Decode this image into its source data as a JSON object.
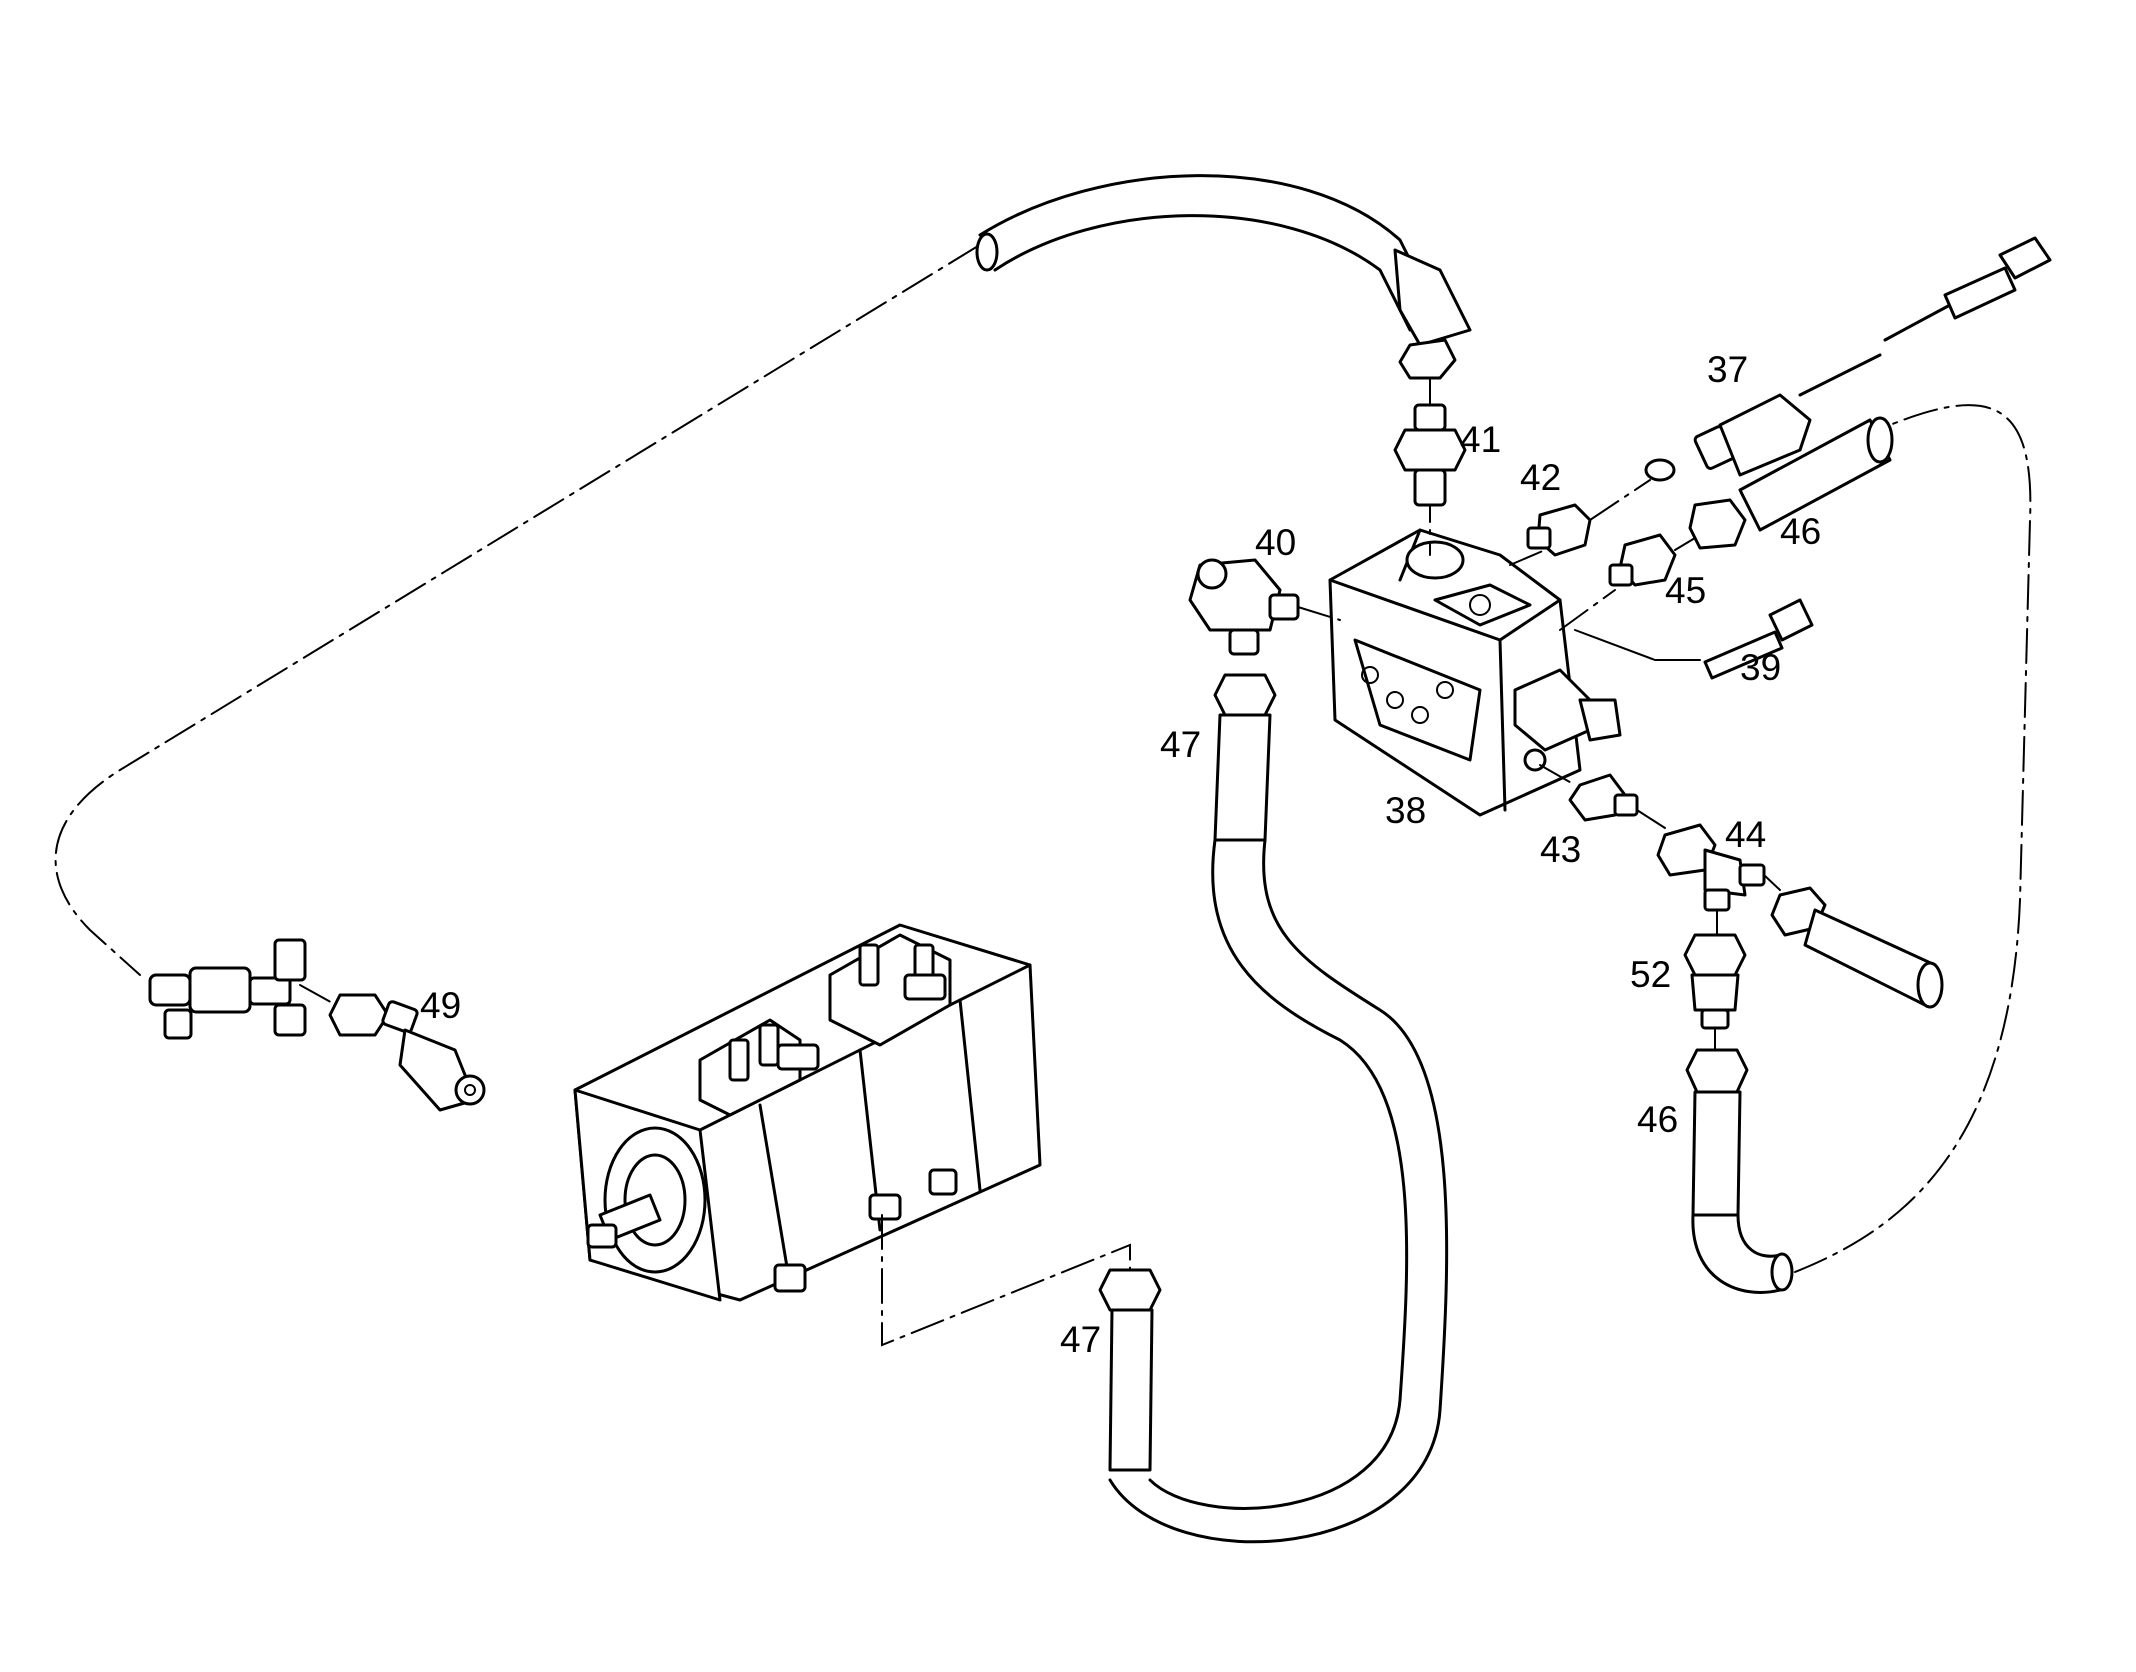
{
  "callouts": {
    "p37": "37",
    "p38": "38",
    "p39": "39",
    "p40": "40",
    "p41": "41",
    "p42": "42",
    "p43": "43",
    "p44": "44",
    "p45": "45",
    "p46a": "46",
    "p46b": "46",
    "p47a": "47",
    "p47b": "47",
    "p49": "49",
    "p52": "52"
  }
}
